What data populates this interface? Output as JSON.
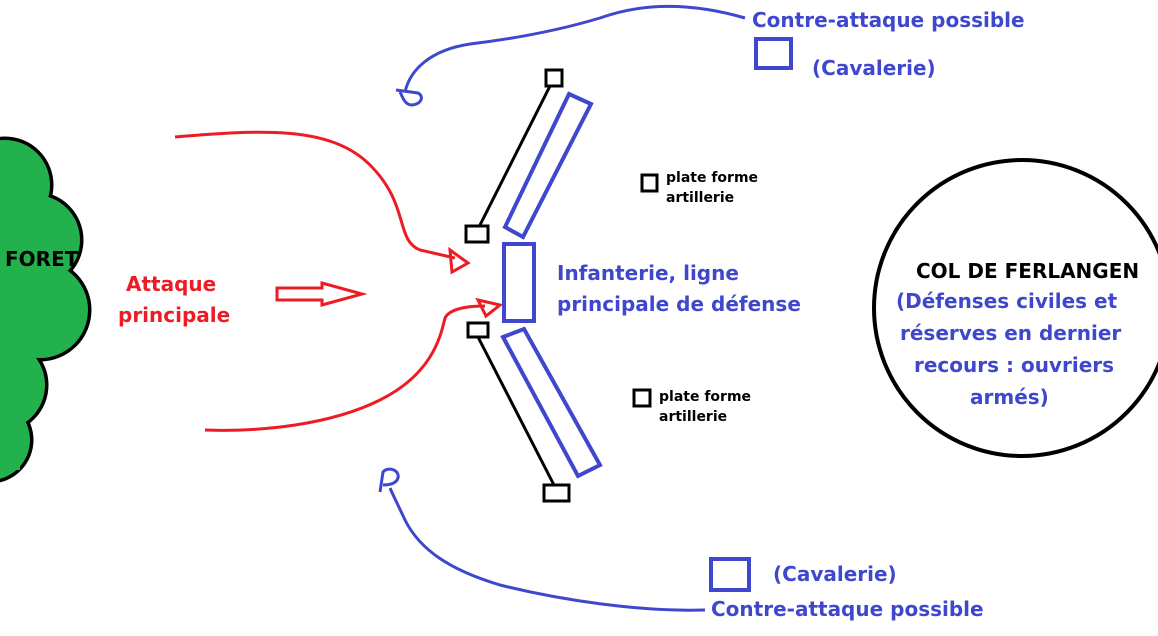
{
  "colors": {
    "blue": "#3F48CC",
    "red": "#ED1C24",
    "green": "#22B14C",
    "black": "#000000"
  },
  "forest": {
    "label": "FORET"
  },
  "attack": {
    "line1": "Attaque",
    "line2": "principale"
  },
  "infantry": {
    "line1": "Infanterie, ligne",
    "line2": "principale de défense"
  },
  "artillery_top": {
    "line1": "plate forme",
    "line2": "artillerie"
  },
  "artillery_bottom": {
    "line1": "plate forme",
    "line2": "artillerie"
  },
  "counter_top": {
    "label": "Contre-attaque possible",
    "unit": "(Cavalerie)"
  },
  "counter_bottom": {
    "label": "Contre-attaque possible",
    "unit": "(Cavalerie)"
  },
  "pass": {
    "title": "COL DE FERLANGEN",
    "lines": [
      "(Défenses civiles et",
      "réserves en dernier",
      "recours : ouvriers",
      "armés)"
    ]
  }
}
